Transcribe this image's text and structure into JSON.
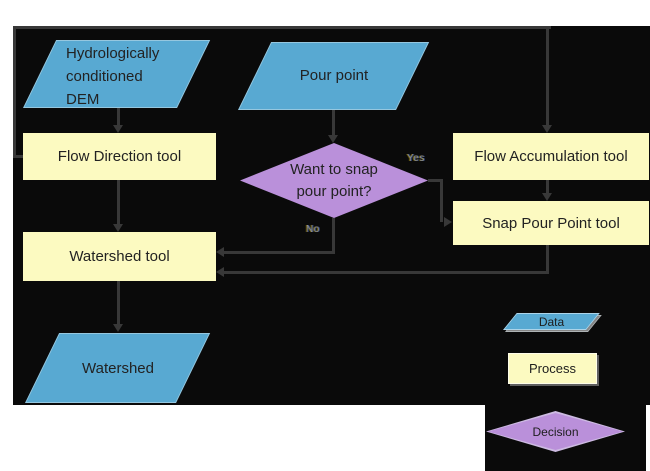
{
  "nodes": {
    "dem": {
      "line1": "Hydrologically",
      "line2": "conditioned",
      "line3": "DEM"
    },
    "pour_point": {
      "label": "Pour point"
    },
    "flow_direction": {
      "label": "Flow Direction tool"
    },
    "flow_accumulation": {
      "label": "Flow Accumulation tool"
    },
    "snap_pour_point": {
      "label": "Snap Pour Point tool"
    },
    "watershed_tool": {
      "label": "Watershed tool"
    },
    "decision": {
      "line1": "Want to snap",
      "line2": "pour point?"
    },
    "watershed_output": {
      "label": "Watershed"
    }
  },
  "edges": {
    "yes_label": "Yes",
    "no_label": "No"
  },
  "legend": {
    "data_label": "Data",
    "process_label": "Process",
    "decision_label": "Decision"
  },
  "colors": {
    "background": "#0a0a0a",
    "connector": "#383838",
    "data_fill": "#58a9d2",
    "process_fill": "#fcfac1",
    "decision_fill": "#ba90da",
    "text": "#222222"
  }
}
